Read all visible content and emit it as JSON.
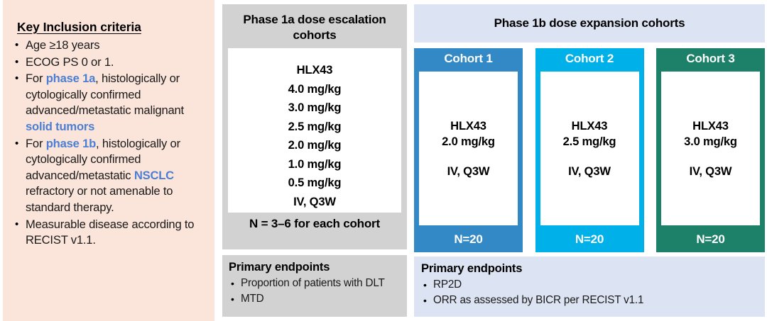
{
  "inclusion": {
    "title": "Key Inclusion criteria",
    "criteria": [
      {
        "segments": [
          {
            "text": "Age ≥18 years",
            "accent": false
          }
        ]
      },
      {
        "segments": [
          {
            "text": "ECOG PS 0 or 1.",
            "accent": false
          }
        ]
      },
      {
        "segments": [
          {
            "text": "For ",
            "accent": false
          },
          {
            "text": "phase 1a",
            "accent": true
          },
          {
            "text": ", histologically or cytologically confirmed advanced/metastatic malignant ",
            "accent": false
          },
          {
            "text": "solid tumors",
            "accent": true
          }
        ]
      },
      {
        "segments": [
          {
            "text": "For ",
            "accent": false
          },
          {
            "text": "phase 1b",
            "accent": true
          },
          {
            "text": ", histologically or cytologically confirmed advanced/metastatic ",
            "accent": false
          },
          {
            "text": "NSCLC",
            "accent": true
          },
          {
            "text": " refractory or not amenable to standard therapy.",
            "accent": false
          }
        ]
      },
      {
        "segments": [
          {
            "text": "Measurable disease according to RECIST v1.1.",
            "accent": false
          }
        ]
      }
    ]
  },
  "phase1a": {
    "header": "Phase 1a dose escalation cohorts",
    "doses": [
      "HLX43",
      "4.0 mg/kg",
      "3.0 mg/kg",
      "2.5 mg/kg",
      "2.0 mg/kg",
      "1.0 mg/kg",
      "0.5 mg/kg",
      "IV, Q3W"
    ],
    "n_label": "N = 3–6 for each cohort",
    "endpoints": {
      "title": "Primary endpoints",
      "items": [
        "Proportion of patients with DLT",
        "MTD"
      ]
    }
  },
  "phase1b": {
    "header": "Phase 1b dose expansion cohorts",
    "cohorts": [
      {
        "title": "Cohort 1",
        "drug": "HLX43",
        "dose": "2.0 mg/kg",
        "route": "IV, Q3W",
        "n_label": "N=20",
        "color": "#3389c6"
      },
      {
        "title": "Cohort 2",
        "drug": "HLX43",
        "dose": "2.5 mg/kg",
        "route": "IV, Q3W",
        "n_label": "N=20",
        "color": "#00b0e8"
      },
      {
        "title": "Cohort 3",
        "drug": "HLX43",
        "dose": "3.0 mg/kg",
        "route": "IV, Q3W",
        "n_label": "N=20",
        "color": "#1d8069"
      }
    ],
    "endpoints": {
      "title": "Primary endpoints",
      "items": [
        "RP2D",
        "ORR as assessed by BICR per RECIST v1.1"
      ]
    }
  },
  "colors": {
    "inclusion_background": "#fbe4da",
    "phase1a_background": "#d2d2d2",
    "phase1b_background": "#dce3f2",
    "accent_text": "#4a7fd3",
    "white": "#ffffff"
  }
}
